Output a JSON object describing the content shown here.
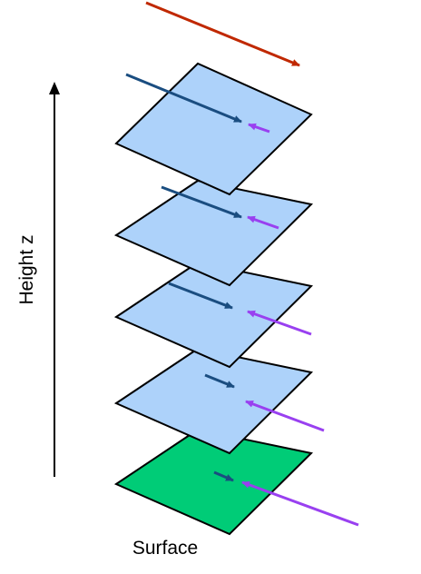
{
  "axis_label": "Height z",
  "surface_label": "Surface",
  "colors": {
    "layer_fill": "#add2fa",
    "surface_fill": "#00cc77",
    "outline": "#000000",
    "top_arrow": "#c02800",
    "layer_arrow": "#1a4d80",
    "return_arrow": "#9940f0"
  },
  "layers": [
    {
      "kind": "surface"
    },
    {
      "kind": "air"
    },
    {
      "kind": "air"
    },
    {
      "kind": "air"
    },
    {
      "kind": "air"
    }
  ]
}
